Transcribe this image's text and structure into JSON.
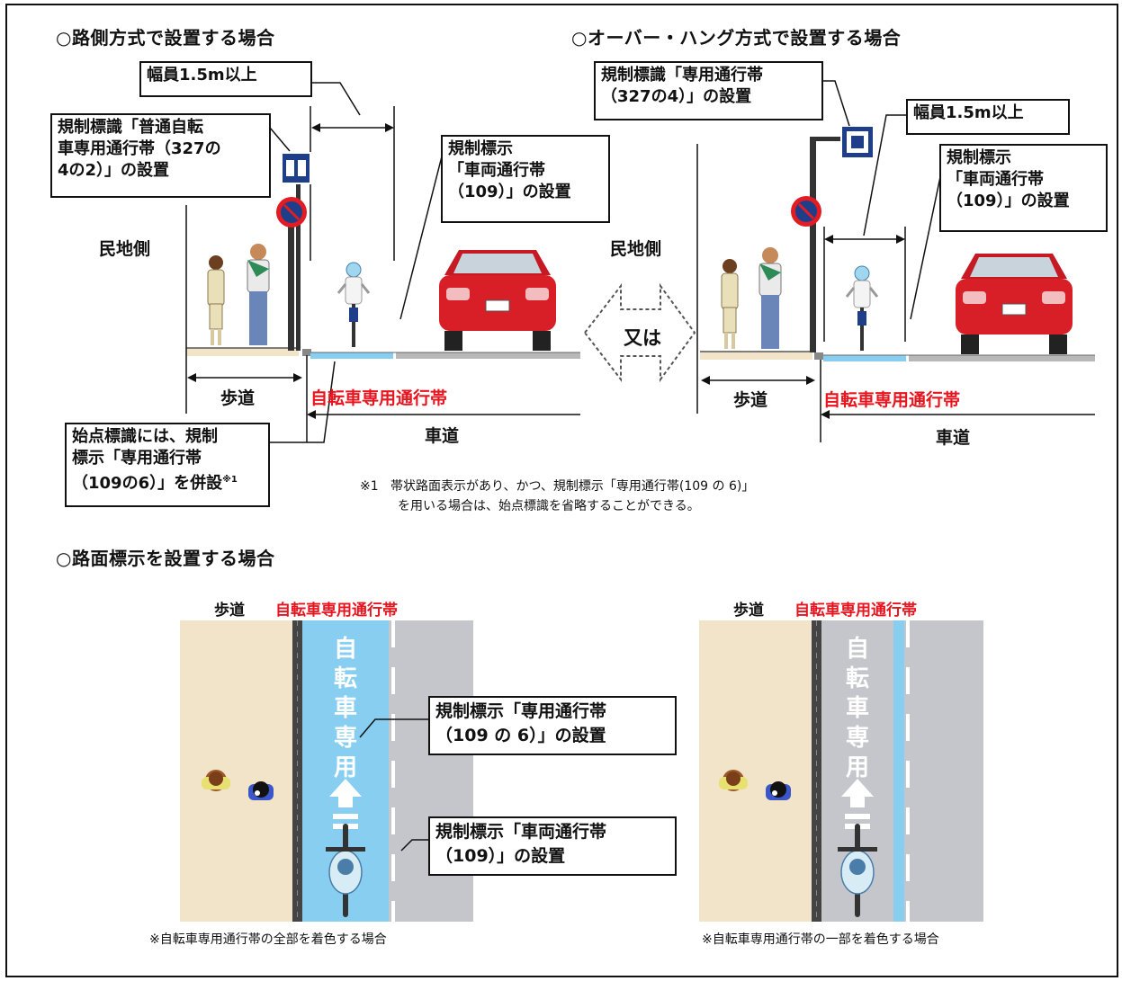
{
  "sections": {
    "roadside": "○路側方式で設置する場合",
    "overhang": "○オーバー・ハング方式で設置する場合",
    "marking": "○路面標示を設置する場合"
  },
  "left": {
    "width_note": "幅員1.5m以上",
    "sign_note": "規制標識「普通自転車専用通行帯（327の4の2）」の設置",
    "sign_note_lines": [
      "規制標識「普通自転",
      "車専用通行帯（327の",
      "4の2）」の設置"
    ],
    "lane_marking_lines": [
      "規制標示",
      "「車両通行帯",
      "（109）」の設置"
    ],
    "private_side": "民地側",
    "sidewalk": "歩道",
    "bike_lane": "自転車専用通行帯",
    "roadway": "車道",
    "start_sign_lines": [
      "始点標識には、規制",
      "標示「専用通行帯",
      "（109の6）」を併設"
    ],
    "start_sign_sup": "※1"
  },
  "or_label": "又は",
  "right": {
    "sign_note_lines": [
      "規制標識「専用通行帯",
      "（327の4）」の設置"
    ],
    "width_note": "幅員1.5m以上",
    "lane_marking_lines": [
      "規制標示",
      "「車両通行帯",
      "（109）」の設置"
    ],
    "private_side": "民地側",
    "sidewalk": "歩道",
    "bike_lane": "自転車専用通行帯",
    "roadway": "車道"
  },
  "footnote": {
    "mark": "※1",
    "line1": "帯状路面表示があり、かつ、規制標示「専用通行帯(109 の 6)」",
    "line2": "を用いる場合は、始点標識を省略することができる。"
  },
  "plan_left": {
    "sidewalk": "歩道",
    "bike_lane": "自転車専用通行帯",
    "vertical_text": [
      "自",
      "転",
      "車",
      "専",
      "用"
    ],
    "callout1_lines": [
      "規制標示「専用通行帯",
      "（109 の 6）」の設置"
    ],
    "callout2_lines": [
      "規制標示「車両通行帯",
      "（109）」の設置"
    ],
    "caption": "※自転車専用通行帯の全部を着色する場合"
  },
  "plan_right": {
    "sidewalk": "歩道",
    "bike_lane": "自転車専用通行帯",
    "vertical_text": [
      "自",
      "転",
      "車",
      "専",
      "用"
    ],
    "caption": "※自転車専用通行帯の一部を着色する場合"
  },
  "colors": {
    "bike_lane_blue": "#87cef0",
    "sidewalk_beige": "#f2e4c8",
    "road_gray": "#c4c6cc",
    "red_text": "#e8141e",
    "sign_blue": "#1f3e8a",
    "car_red": "#d81e26"
  },
  "icons": [
    "no-parking-sign-icon",
    "bike-lane-sign-icon",
    "pedestrian-icon",
    "cyclist-icon",
    "car-icon",
    "double-arrow-icon",
    "arrow-up-icon"
  ]
}
